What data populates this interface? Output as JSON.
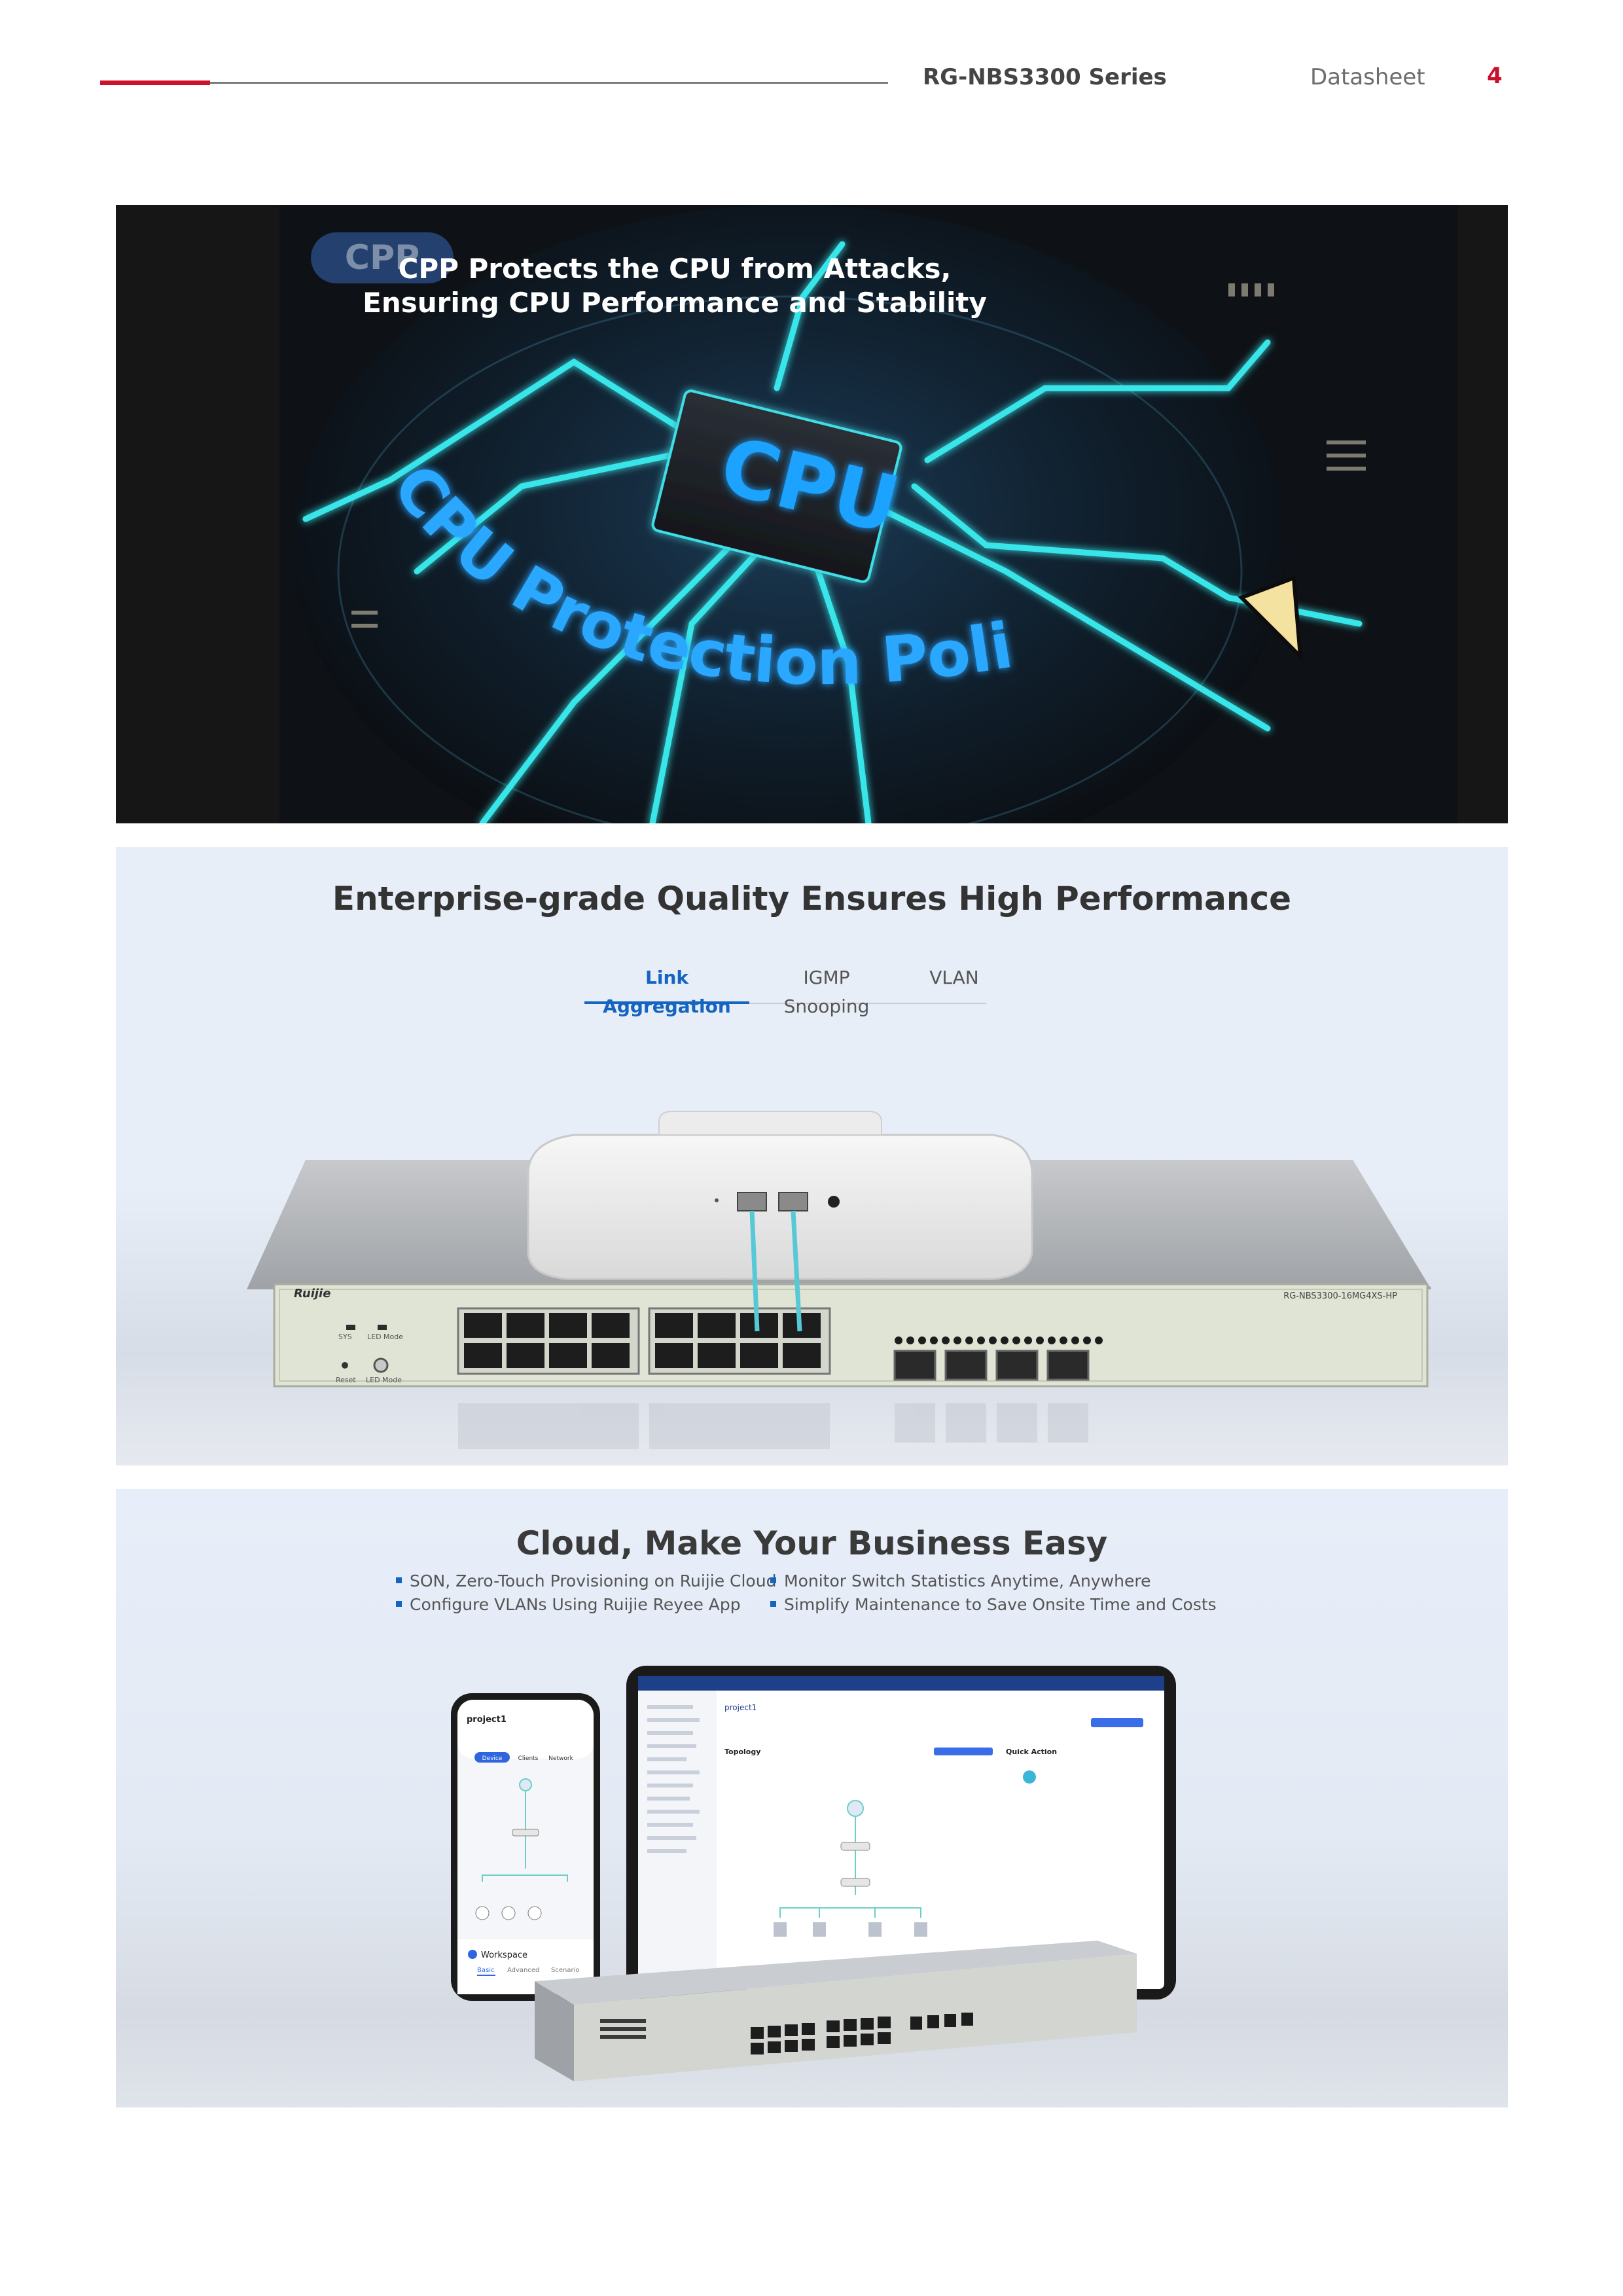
{
  "header": {
    "series": "RG-NBS3300 Series",
    "doc_type": "Datasheet",
    "page_number": "4",
    "accent_color": "#d0112b"
  },
  "cpp_panel": {
    "badge": "CPP",
    "title_line1": "CPP Protects the CPU from Attacks,",
    "title_line2": "Ensuring CPU Performance and Stability",
    "chip_label": "CPU",
    "arc_text": "CPU Protection Policy",
    "glow_color": "#35e0e6"
  },
  "performance_panel": {
    "heading": "Enterprise-grade Quality Ensures High Performance",
    "tabs": [
      {
        "label": "Link Aggregation",
        "active": true
      },
      {
        "label": "IGMP Snooping",
        "active": false
      },
      {
        "label": "VLAN",
        "active": false
      }
    ],
    "switch_brand": "Ruijie",
    "switch_model": "RG-NBS3300-16MG4XS-HP",
    "led_labels": [
      "SYS",
      "LED Mode"
    ],
    "button_labels": [
      "Reset",
      "LED Mode"
    ]
  },
  "cloud_panel": {
    "heading": "Cloud, Make Your Business Easy",
    "bullets": [
      "SON, Zero-Touch Provisioning on Ruijie Cloud",
      "Monitor Switch Statistics Anytime, Anywhere",
      "Configure VLANs Using Ruijie Reyee App",
      "Simplify Maintenance to Save Onsite Time and Costs"
    ],
    "phone": {
      "project": "project1",
      "tabs": [
        "Device",
        "Clients",
        "Network"
      ],
      "workspace": "Workspace",
      "workspace_tabs": [
        "Basic",
        "Advanced",
        "Scenario"
      ]
    },
    "tablet": {
      "project": "project1",
      "section": "Topology",
      "side_title": "Quick Action"
    }
  }
}
